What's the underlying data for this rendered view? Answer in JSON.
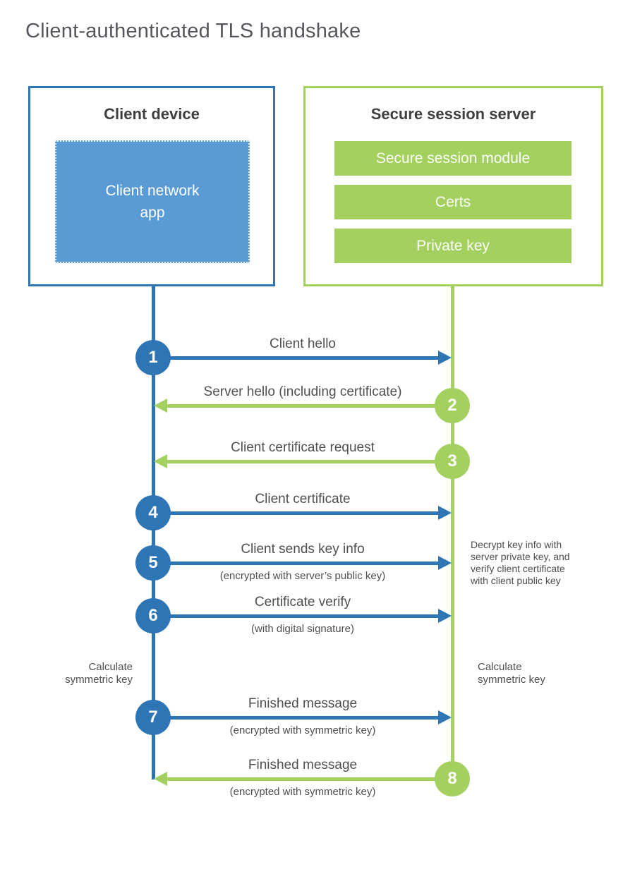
{
  "title": "Client-authenticated TLS handshake",
  "colors": {
    "blue": "#2e75b6",
    "blue_fill": "#5b9bd5",
    "green": "#a3d05f",
    "heading_text": "#3f3f41",
    "label_text": "#4e4f51"
  },
  "client_box": {
    "heading": "Client device",
    "app_label": "Client network\napp"
  },
  "server_box": {
    "heading": "Secure session server",
    "modules": [
      "Secure session module",
      "Certs",
      "Private key"
    ]
  },
  "steps": [
    {
      "num": "1",
      "label": "Client hello",
      "direction": "right",
      "color": "blue"
    },
    {
      "num": "2",
      "label": "Server hello (including certificate)",
      "direction": "left",
      "color": "green"
    },
    {
      "num": "3",
      "label": "Client certificate request",
      "direction": "left",
      "color": "green"
    },
    {
      "num": "4",
      "label": "Client certificate",
      "direction": "right",
      "color": "blue"
    },
    {
      "num": "5",
      "label": "Client sends key info",
      "sublabel": "(encrypted with server’s public key)",
      "direction": "right",
      "color": "blue"
    },
    {
      "num": "6",
      "label": "Certificate verify",
      "sublabel": "(with digital signature)",
      "direction": "right",
      "color": "blue"
    },
    {
      "num": "7",
      "label": "Finished message",
      "sublabel": "(encrypted with symmetric key)",
      "direction": "right",
      "color": "blue"
    },
    {
      "num": "8",
      "label": "Finished message",
      "sublabel": "(encrypted with symmetric key)",
      "direction": "left",
      "color": "green"
    }
  ],
  "notes": {
    "decrypt": "Decrypt key info with server private key, and verify client certificate with client public key",
    "calc_left": "Calculate symmetric key",
    "calc_right": "Calculate symmetric key"
  }
}
